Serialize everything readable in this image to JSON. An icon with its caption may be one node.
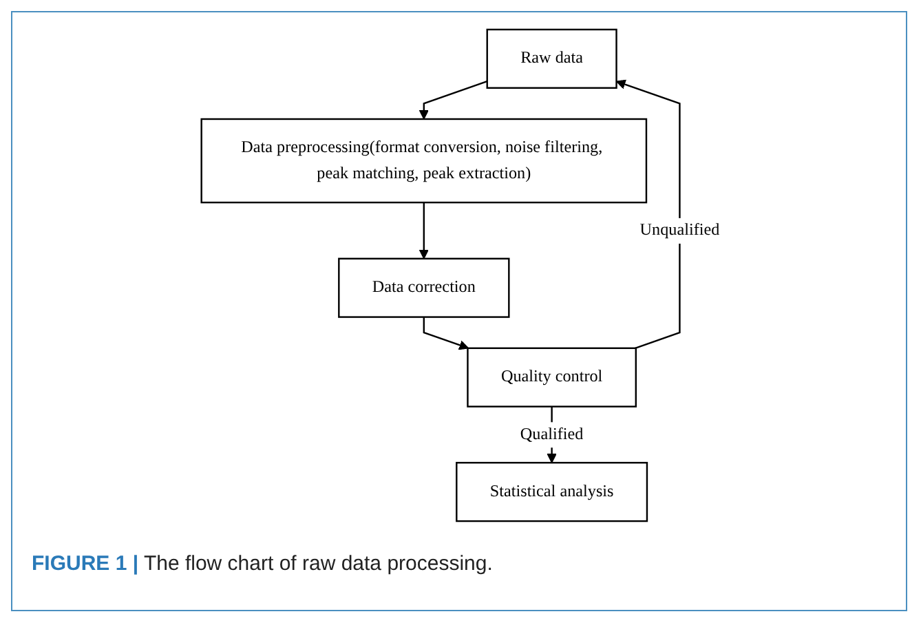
{
  "diagram": {
    "caption": "**FIGURE 1 |** The flow chart of raw data processing.",
    "nodes": [
      {
        "text": [
          "Raw data"
        ]
      },
      {
        "text": [
          "Data preprocessing(format conversion, noise filtering, peak matching, peak extraction)"
        ]
      },
      {
        "text": [
          "Data correction"
        ]
      },
      {
        "text": [
          "Quality control"
        ]
      },
      {
        "text": [
          "Statistical analysis"
        ]
      }
    ],
    "edges": [
      {
        "from": 0,
        "to": 1,
        "arrow": "to"
      },
      {
        "from": 1,
        "to": 2,
        "arrow": "to"
      },
      {
        "from": 2,
        "to": 3,
        "arrow": "to"
      },
      {
        "from": 3,
        "to": 4,
        "arrow": "to",
        "label": "Qualified"
      },
      {
        "from": 3,
        "to": 0,
        "arrow": "to",
        "label": "Unqualified"
      }
    ]
  }
}
